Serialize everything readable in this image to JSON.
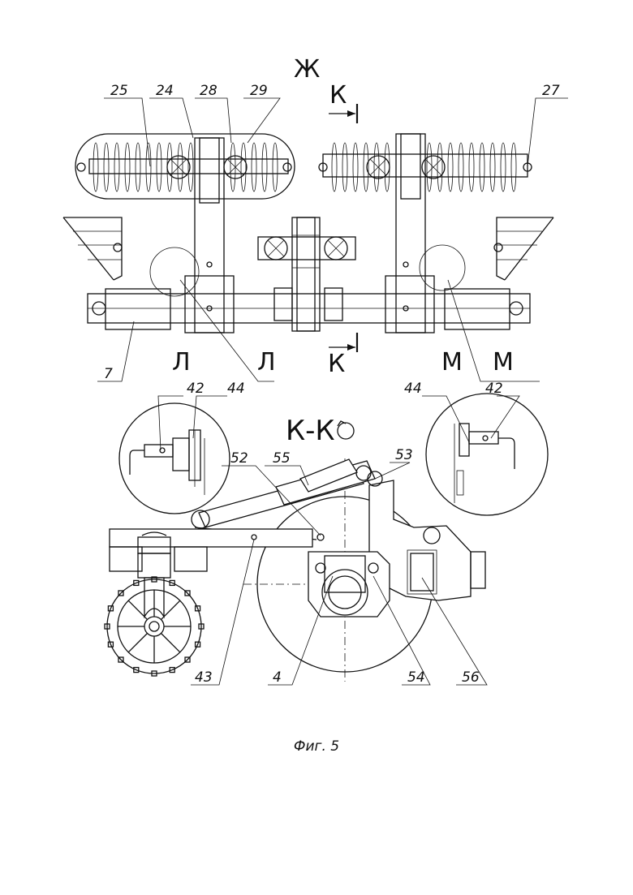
{
  "view_label": "Ж",
  "section_label": "К-К",
  "caption": "Фиг. 5",
  "cut_marks": {
    "top": "К",
    "bottom": "К"
  },
  "detail_marks": {
    "l1": "Л",
    "l2": "Л",
    "m1": "М",
    "m2": "М"
  },
  "labels": {
    "p25": "25",
    "p24": "24",
    "p28": "28",
    "p29": "29",
    "p27": "27",
    "p7": "7",
    "p42a": "42",
    "p44a": "44",
    "p44b": "44",
    "p42b": "42",
    "p52": "52",
    "p55": "55",
    "p53": "53",
    "p43": "43",
    "p4": "4",
    "p54": "54",
    "p56": "56"
  }
}
